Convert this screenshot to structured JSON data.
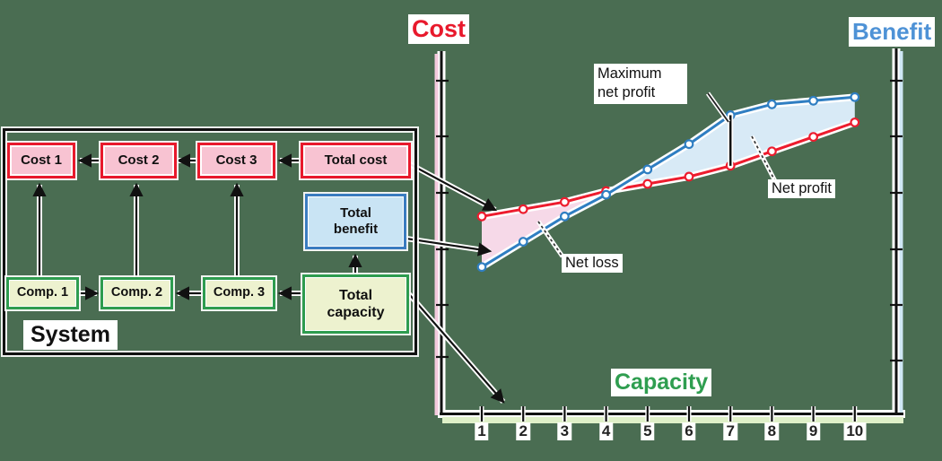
{
  "background_color": "#4a6d52",
  "diagram": {
    "system_label": "System",
    "boxes": {
      "cost1": "Cost 1",
      "cost2": "Cost 2",
      "cost3": "Cost 3",
      "total_cost": "Total cost",
      "total_benefit": "Total benefit",
      "total_capacity": "Total capacity",
      "comp1": "Comp. 1",
      "comp2": "Comp. 2",
      "comp3": "Comp. 3"
    },
    "colors": {
      "cost_box_border": "#e8192c",
      "cost_box_fill": "#f8c3d2",
      "comp_box_border": "#2e9c4f",
      "comp_box_fill": "#edf2cf",
      "benefit_box_border": "#3a7cc0",
      "benefit_box_fill": "#c9e4f4",
      "outline": "#111111"
    }
  },
  "chart": {
    "y_left_label": "Cost",
    "y_right_label": "Benefit",
    "x_label": "Capacity",
    "x_ticks": [
      "1",
      "2",
      "3",
      "4",
      "5",
      "6",
      "7",
      "8",
      "9",
      "10"
    ],
    "annotations": {
      "max_net_profit": "Maximum net profit",
      "net_profit": "Net profit",
      "net_loss": "Net loss"
    },
    "colors": {
      "cost_axis_label": "#e8192c",
      "benefit_axis_label": "#4e92d6",
      "capacity_axis_label": "#2f9e50"
    }
  },
  "chart_data": {
    "type": "line",
    "x": [
      1,
      2,
      3,
      4,
      5,
      6,
      7,
      8,
      9,
      10
    ],
    "series": [
      {
        "name": "Total cost",
        "color": "#ed1c2e",
        "values": [
          55,
          57,
          59,
          62,
          64,
          66,
          69,
          73,
          77,
          81
        ]
      },
      {
        "name": "Total benefit",
        "color": "#2f7ec2",
        "values": [
          41,
          48,
          55,
          61,
          68,
          75,
          83,
          86,
          87,
          88
        ]
      }
    ],
    "xlabel": "Capacity",
    "ylabel_left": "Cost",
    "ylabel_right": "Benefit",
    "xlim": [
      0,
      10.5
    ],
    "ylim": [
      0,
      100
    ],
    "y_axes_unlabeled": true,
    "grid": false,
    "max_net_profit_at_x": 7,
    "regions": {
      "net_loss_fill": "#f6d9e8",
      "net_profit_fill": "#d8eaf6"
    }
  }
}
